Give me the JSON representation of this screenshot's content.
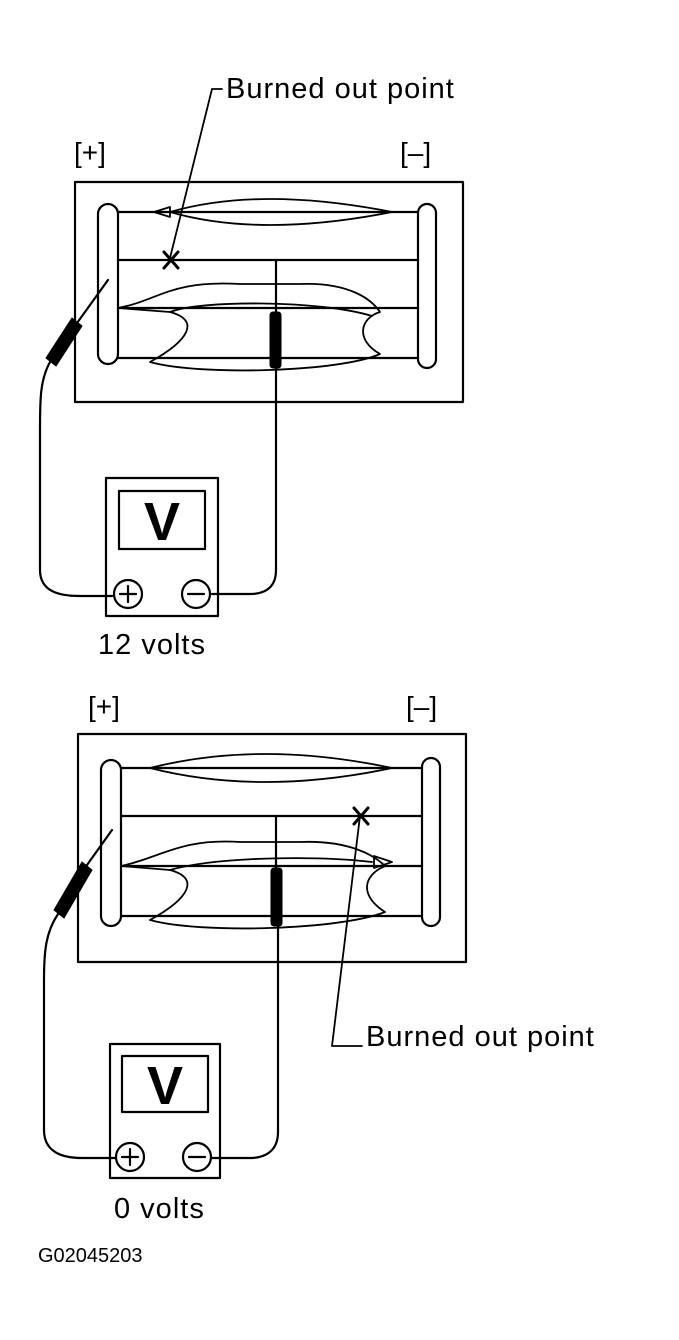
{
  "diagram_top": {
    "positive_label": "[+]",
    "negative_label": "[–]",
    "callout": "Burned out point",
    "meter_symbol": "V",
    "reading": "12 volts"
  },
  "diagram_bottom": {
    "positive_label": "[+]",
    "negative_label": "[–]",
    "callout": "Burned out point",
    "meter_symbol": "V",
    "reading": "0 volts"
  },
  "figure_code": "G02045203"
}
